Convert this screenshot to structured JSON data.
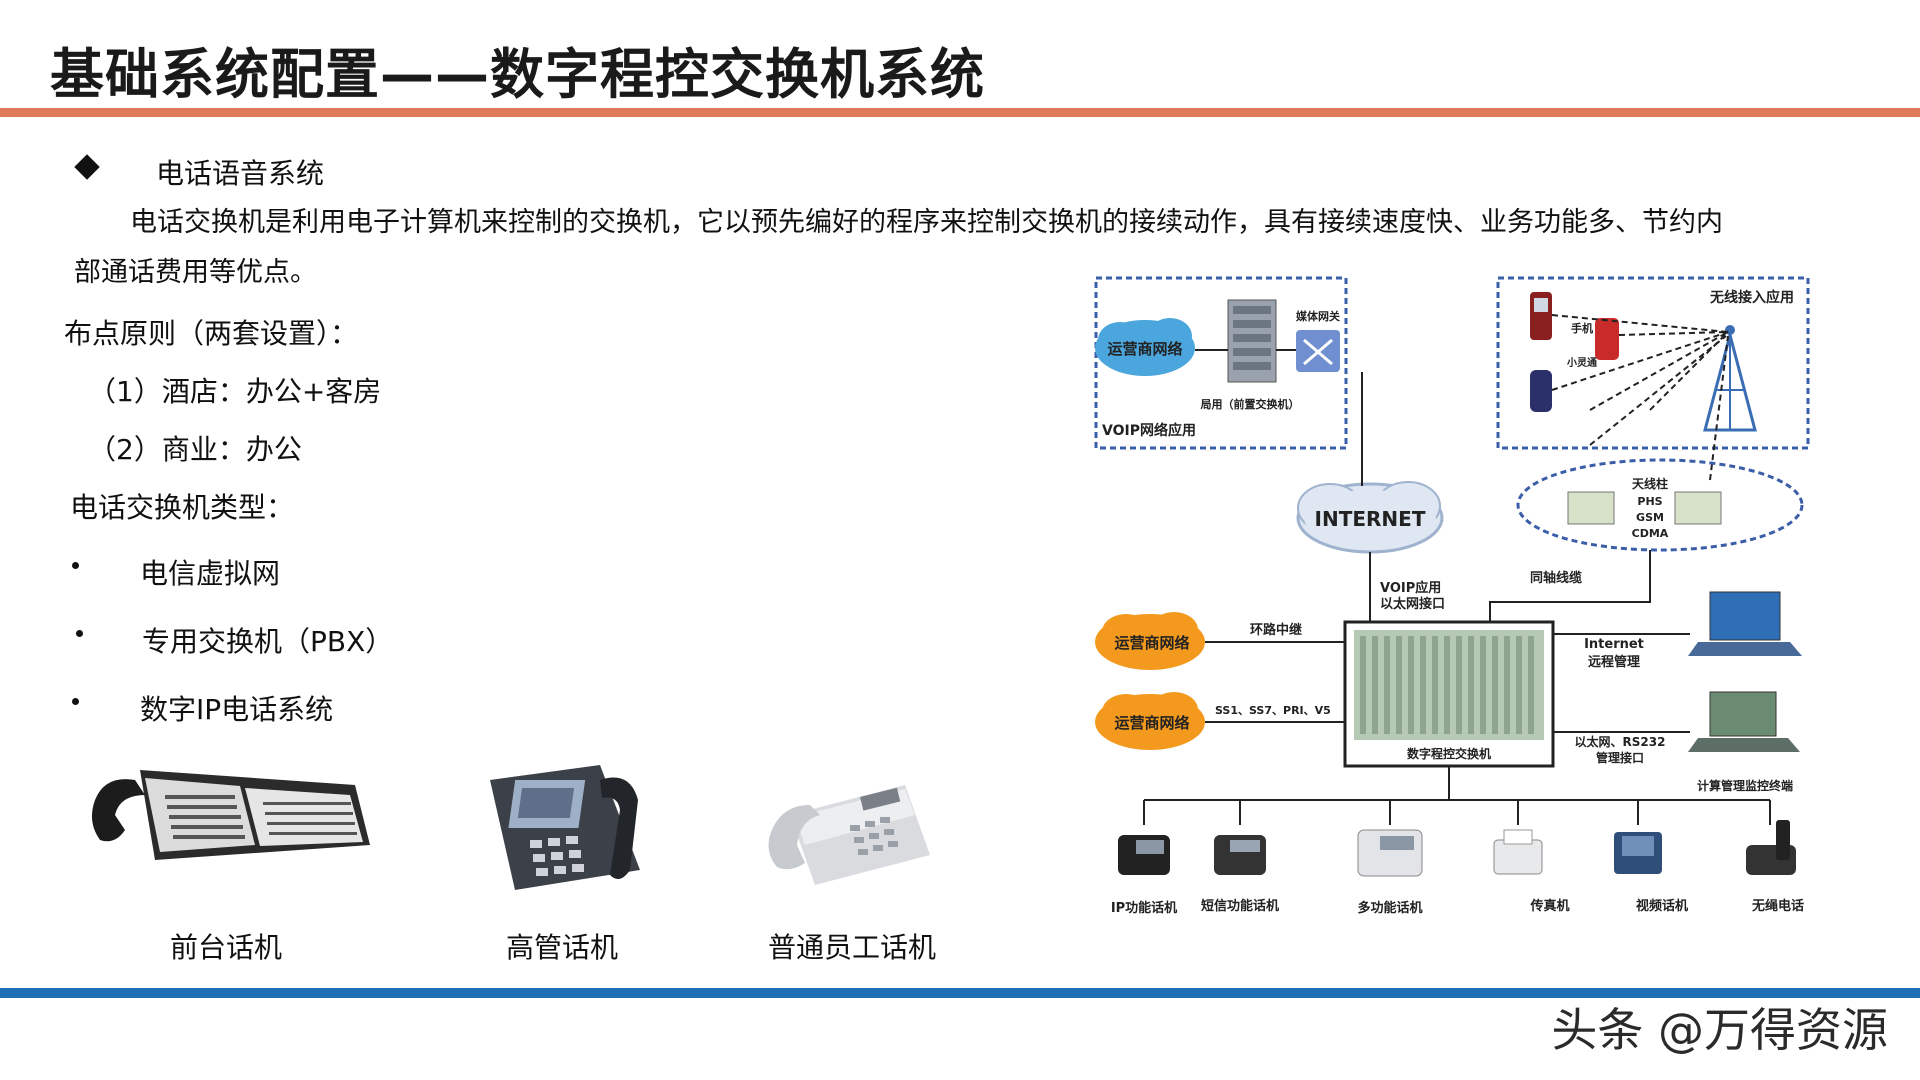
{
  "title": "基础系统配置——数字程控交换机系统",
  "section": {
    "heading": "电话语音系统",
    "intro_line1": "电话交换机是利用电子计算机来控制的交换机，它以预先编好的程序来控制交换机的接续动作，具有接续速度快、业务功能多、节约内",
    "intro_line2": "部通话费用等优点。",
    "layout_principle": "布点原则（两套设置）：",
    "principles": [
      "（1）酒店：办公+客房",
      "（2）商业：办公"
    ],
    "types_heading": "电话交换机类型：",
    "types": [
      "电信虚拟网",
      "专用交换机（PBX）",
      "数字IP电话系统"
    ]
  },
  "phones": [
    {
      "label": "前台话机",
      "icon": "console-phone-icon"
    },
    {
      "label": "高管话机",
      "icon": "executive-phone-icon"
    },
    {
      "label": "普通员工话机",
      "icon": "staff-phone-icon"
    }
  ],
  "diagram": {
    "voip_box_label": "VOIP网络应用",
    "operator_network": "运营商网络",
    "local_switch": "局用（前置交换机）",
    "media_gateway": "媒体网关",
    "wireless_title": "无线接入应用",
    "mobile": "手机",
    "phs": "小灵通",
    "antenna_label": [
      "天线柱",
      "PHS",
      "GSM",
      "CDMA"
    ],
    "internet": "INTERNET",
    "voip_eth": [
      "VOIP应用",
      "以太网接口"
    ],
    "coax": "同轴线缆",
    "loop_trunk": "环路中继",
    "signaling": "SS1、SS7、PRI、V5",
    "internet_mgmt": [
      "Internet",
      "远程管理"
    ],
    "eth_mgmt": [
      "以太网、RS232",
      "管理接口"
    ],
    "mgmt_terminal": "计算管理监控终端",
    "pbx": "数字程控交换机",
    "terminals": [
      "IP功能话机",
      "短信功能话机",
      "多功能话机",
      "传真机",
      "视频话机",
      "无绳电话"
    ]
  },
  "watermark": "头条 @万得资源",
  "colors": {
    "title_bar": "#e07b5a",
    "footer_bar": "#1f6fb7",
    "cloud": "#f39a1e"
  }
}
